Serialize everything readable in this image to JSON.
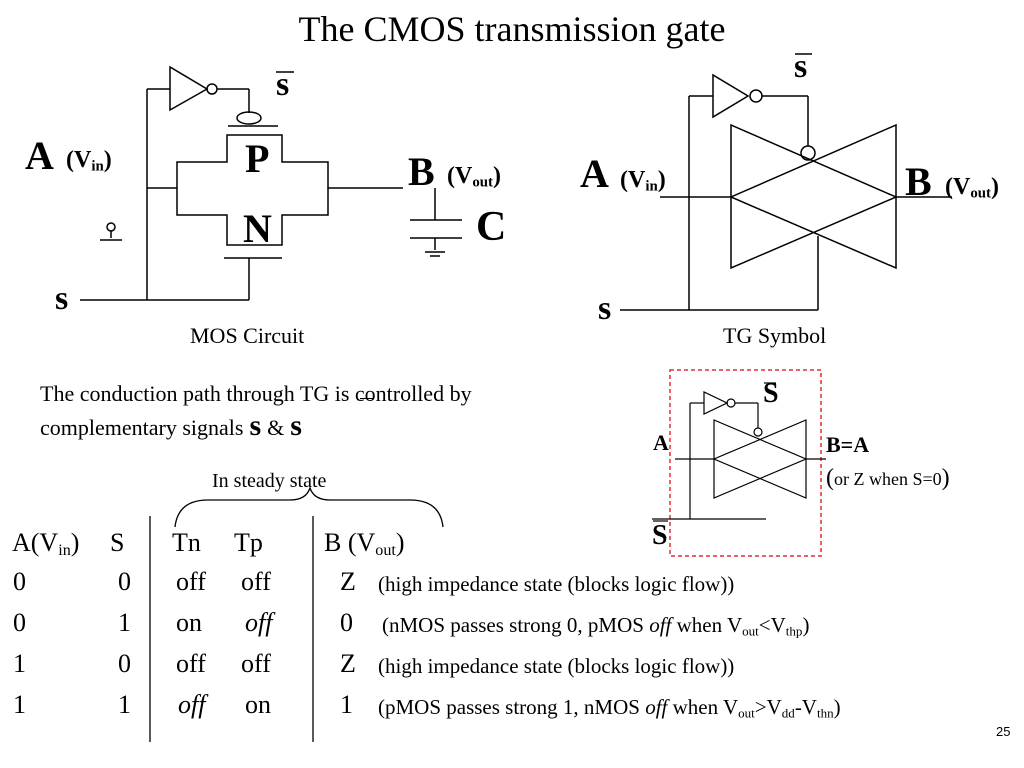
{
  "slide": {
    "title": "The CMOS transmission gate",
    "page_number": "25"
  },
  "mos_circuit": {
    "label_a": "A",
    "label_vin_prefix": "(V",
    "label_vin_sub": "in",
    "label_vin_suffix": ")",
    "label_b": "B",
    "label_vout_prefix": "(V",
    "label_vout_sub": "out",
    "label_vout_suffix": ")",
    "label_c": "C",
    "label_p": "P",
    "label_n": "N",
    "label_s": "s",
    "label_s_bar": "s",
    "caption": "MOS Circuit"
  },
  "tg_symbol": {
    "label_a": "A",
    "label_vin_prefix": "(V",
    "label_vin_sub": "in",
    "label_vin_suffix": ")",
    "label_b": "B",
    "label_vout_prefix": "(V",
    "label_vout_sub": "out",
    "label_vout_suffix": ")",
    "label_s": "s",
    "label_s_bar": "s",
    "caption": "TG Symbol"
  },
  "small_tg": {
    "label_a": "A",
    "label_b": "B=A",
    "note_open": "(",
    "note_text": "or Z when S=0",
    "note_close": ")",
    "label_s": "S",
    "label_s_bar": "S"
  },
  "description": {
    "line1": "The conduction path through TG is controlled by",
    "line2": "complementary signals",
    "sig1": "s",
    "amp": "&",
    "sig2": "s"
  },
  "truth_table": {
    "brace_label": "In steady state",
    "header": {
      "a_prefix": "A(V",
      "a_sub": "in",
      "a_suffix": ")",
      "s": "S",
      "tn": "Tn",
      "tp": "Tp",
      "b_prefix": "B (V",
      "b_sub": "out",
      "b_suffix": ")"
    },
    "rows": [
      {
        "a": "0",
        "s": "0",
        "tn": "off",
        "tp": "off",
        "b": "Z",
        "note": "(high impedance state (blocks logic flow))"
      },
      {
        "a": "0",
        "s": "1",
        "tn": "on",
        "tp": "off",
        "b": "0",
        "note_a": "(nMOS passes strong 0, pMOS ",
        "note_i": "off",
        "note_b": " when V",
        "note_sub1": "out",
        "note_c": "<V",
        "note_sub2": "thp",
        "note_d": ")"
      },
      {
        "a": "1",
        "s": "0",
        "tn": "off",
        "tp": "off",
        "b": "Z",
        "note": "(high impedance state (blocks logic flow))"
      },
      {
        "a": "1",
        "s": "1",
        "tn": "off",
        "tp": "on",
        "b": "1",
        "note_a": "(pMOS passes strong 1, nMOS ",
        "note_i": "off",
        "note_b": " when V",
        "note_sub1": "out",
        "note_c": ">V",
        "note_sub2": "dd",
        "note_c2": "-V",
        "note_sub3": "thn",
        "note_d": ")"
      }
    ]
  }
}
